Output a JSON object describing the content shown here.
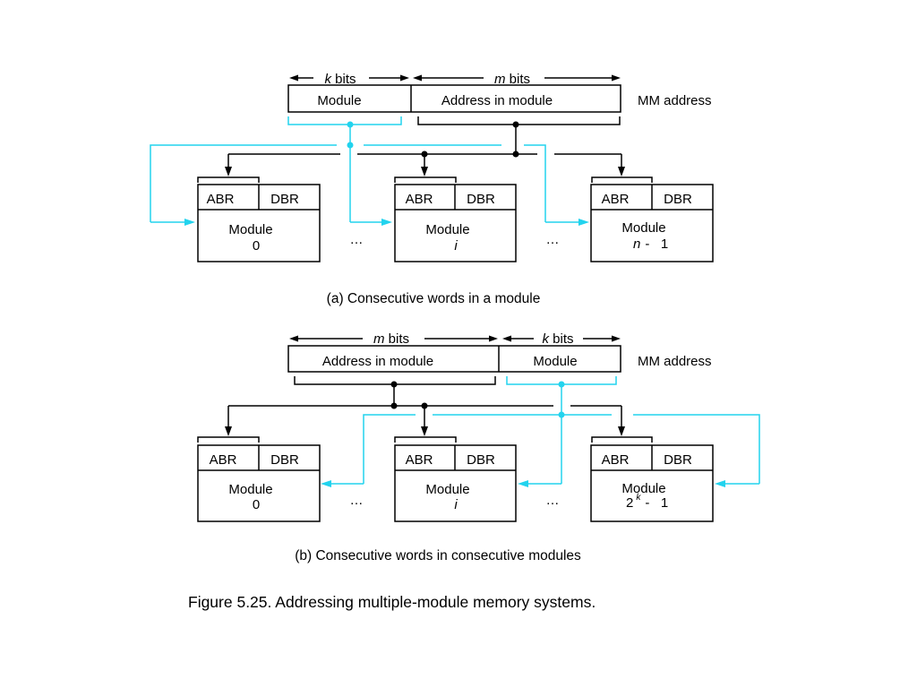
{
  "colors": {
    "ink": "#000000",
    "highlight": "#22d3ee",
    "background": "#ffffff"
  },
  "diagram_a": {
    "k_field": {
      "var": "k",
      "unit": "bits"
    },
    "m_field": {
      "var": "m",
      "unit": "bits"
    },
    "address_fields": [
      "Module",
      "Address in module"
    ],
    "address_label": "MM address",
    "modules": [
      {
        "abr": "ABR",
        "dbr": "DBR",
        "name": "Module",
        "index": "0"
      },
      {
        "abr": "ABR",
        "dbr": "DBR",
        "name": "Module",
        "index": "i"
      },
      {
        "abr": "ABR",
        "dbr": "DBR",
        "name": "Module",
        "index_var": "n",
        "index_rest": "-   1"
      }
    ],
    "ellipsis": "…",
    "caption": "(a) Consecutive words in a module"
  },
  "diagram_b": {
    "m_field": {
      "var": "m",
      "unit": "bits"
    },
    "k_field": {
      "var": "k",
      "unit": "bits"
    },
    "address_fields": [
      "Address in module",
      "Module"
    ],
    "address_label": "MM address",
    "modules": [
      {
        "abr": "ABR",
        "dbr": "DBR",
        "name": "Module",
        "index": "0"
      },
      {
        "abr": "ABR",
        "dbr": "DBR",
        "name": "Module",
        "index": "i"
      },
      {
        "abr": "ABR",
        "dbr": "DBR",
        "name": "Module",
        "index_base": "2",
        "index_exp": "k",
        "index_rest": "-   1"
      }
    ],
    "ellipsis": "…",
    "caption": "(b) Consecutive words in consecutive modules"
  },
  "figure_caption": "Figure 5.25. Addressing multiple-module memory systems."
}
